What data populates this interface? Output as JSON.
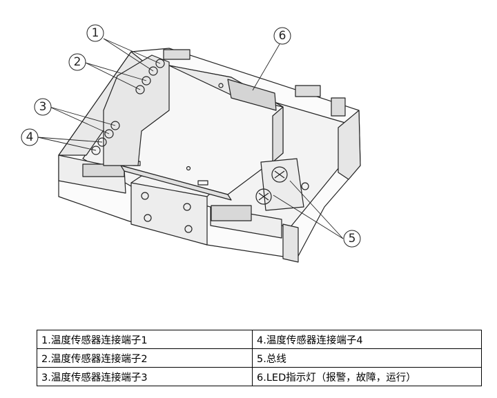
{
  "callouts": [
    "1",
    "2",
    "3",
    "4",
    "5",
    "6"
  ],
  "legend": [
    [
      "1.温度传感器连接端子1",
      "4.温度传感器连接端子4"
    ],
    [
      "2.温度传感器连接端子2",
      "5.总线"
    ],
    [
      "3.温度传感器连接端子3",
      "6.LED指示灯（报警，故障，运行）"
    ]
  ]
}
